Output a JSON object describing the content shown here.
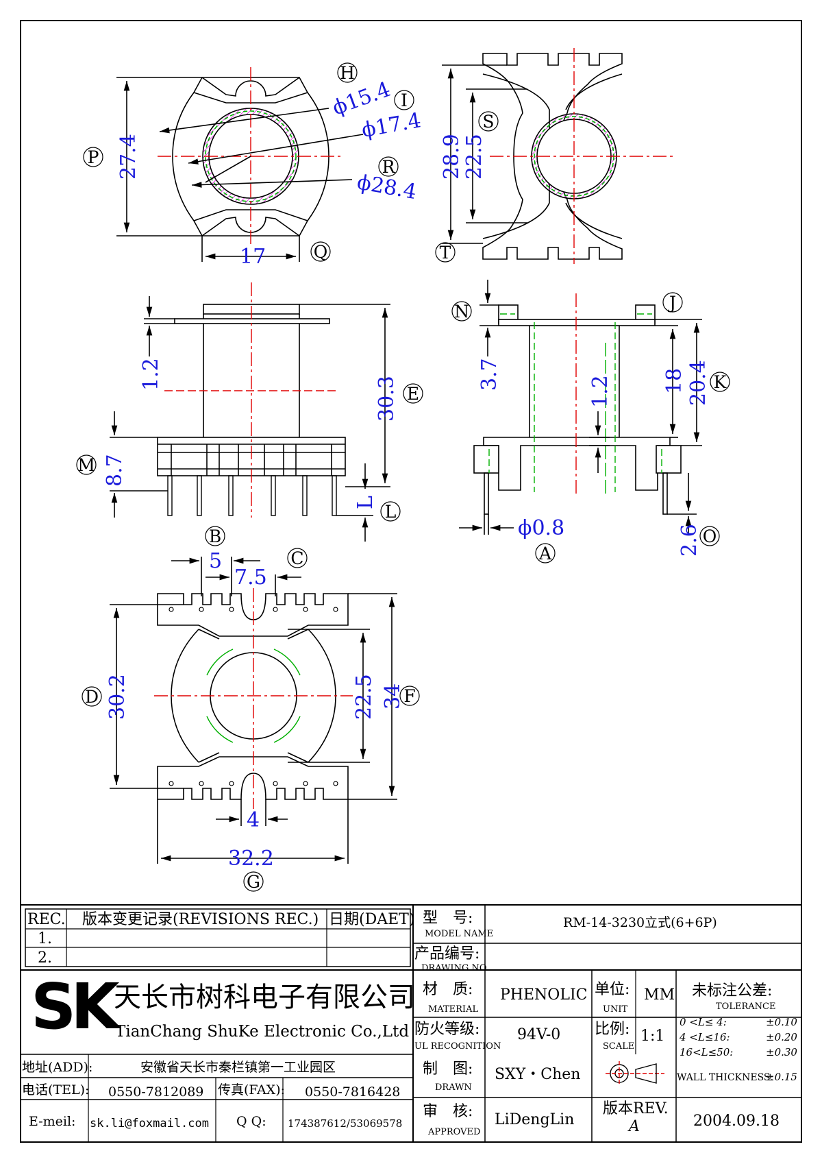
{
  "colors": {
    "outline": "#000000",
    "dimension": "#1a1adb",
    "centerline": "#e00000",
    "hatch": "#e040e0",
    "hidden": "#00b000"
  },
  "views": {
    "top_left": {
      "dims": {
        "phi_15_4": "ϕ15.4",
        "phi_17_4": "ϕ17.4",
        "phi_28_4": "ϕ28.4",
        "h_27_4": "27.4",
        "w_17": "17"
      },
      "labels": {
        "H": "H",
        "I": "I",
        "R": "R",
        "P": "P",
        "Q": "Q"
      }
    },
    "top_right": {
      "dims": {
        "h_28_9": "28.9",
        "h_22_5": "22.5"
      },
      "labels": {
        "S": "S",
        "T": "T"
      }
    },
    "front_left": {
      "dims": {
        "d_1_2": "1.2",
        "d_30_3": "30.3",
        "d_8_7": "8.7",
        "d_L": "L"
      },
      "labels": {
        "E": "E",
        "M": "M",
        "L": "L"
      }
    },
    "side_right": {
      "dims": {
        "d_3_7": "3.7",
        "d_1_2": "1.2",
        "d_18": "18",
        "d_20_4": "20.4",
        "d_phi_0_8": "ϕ0.8",
        "d_2_6": "2.6"
      },
      "labels": {
        "N": "N",
        "J": "J",
        "K": "K",
        "A": "A",
        "O": "O"
      }
    },
    "bottom": {
      "dims": {
        "d_5": "5",
        "d_7_5": "7.5",
        "d_30_2": "30.2",
        "d_22_5": "22.5",
        "d_34": "34",
        "d_4": "4",
        "d_32_2": "32.2"
      },
      "labels": {
        "B": "B",
        "C": "C",
        "D": "D",
        "F": "F",
        "G": "G"
      }
    }
  },
  "title_block": {
    "revisions": {
      "h_rec": "REC.",
      "h_desc": "版本变更记录(REVISIONS REC.)",
      "h_date": "日期(DAET)",
      "rows": [
        "1.",
        "2."
      ]
    },
    "model_name_cn": "型　号:",
    "model_name_en": "MODEL NAME",
    "model_value": "RM-14-3230立式(6+6P)",
    "drawing_no_cn": "产品编号:",
    "drawing_no_en": "DRAWING NO.",
    "drawing_no_value": "",
    "company_logo": "SK",
    "company_cn": "天长市树科电子有限公司",
    "company_en": "TianChang ShuKe Electronic Co.,Ltd",
    "material_cn": "材　质:",
    "material_en": "MATERIAL",
    "material_value": "PHENOLIC",
    "unit_cn": "单位:",
    "unit_en": "UNIT",
    "unit_value": "MM",
    "ul_cn": "防火等级:",
    "ul_en": "UL RECOGNITION",
    "ul_value": "94V-0",
    "scale_cn": "比例:",
    "scale_en": "SCALE",
    "scale_value": "1:1",
    "tolerance_cn": "未标注公差:",
    "tolerance_en": "TOLERANCE",
    "tol_rows": [
      {
        "range": "0 <L≤ 4:",
        "value": "±0.10"
      },
      {
        "range": "4 <L≤16:",
        "value": "±0.20"
      },
      {
        "range": "16<L≤50:",
        "value": "±0.30"
      }
    ],
    "wall_label": "WALL THICKNESS:",
    "wall_value": "±0.15",
    "address_label": "地址(ADD):",
    "address_value": "安徽省天长市秦栏镇第一工业园区",
    "tel_label": "电话(TEL):",
    "tel_value": "0550-7812089",
    "fax_label": "传真(FAX):",
    "fax_value": "0550-7816428",
    "email_label": "E-meil:",
    "email_value": "sk.li@foxmail.com",
    "qq_label": "Q Q:",
    "qq_value": "174387612/53069578",
    "drawn_cn": "制　图:",
    "drawn_en": "DRAWN",
    "drawn_value": "SXY・Chen",
    "approved_cn": "审　核:",
    "approved_en": "APPROVED",
    "approved_value": "LiDengLin",
    "rev_label": "版本REV.",
    "rev_value": "A",
    "date_value": "2004.09.18"
  }
}
